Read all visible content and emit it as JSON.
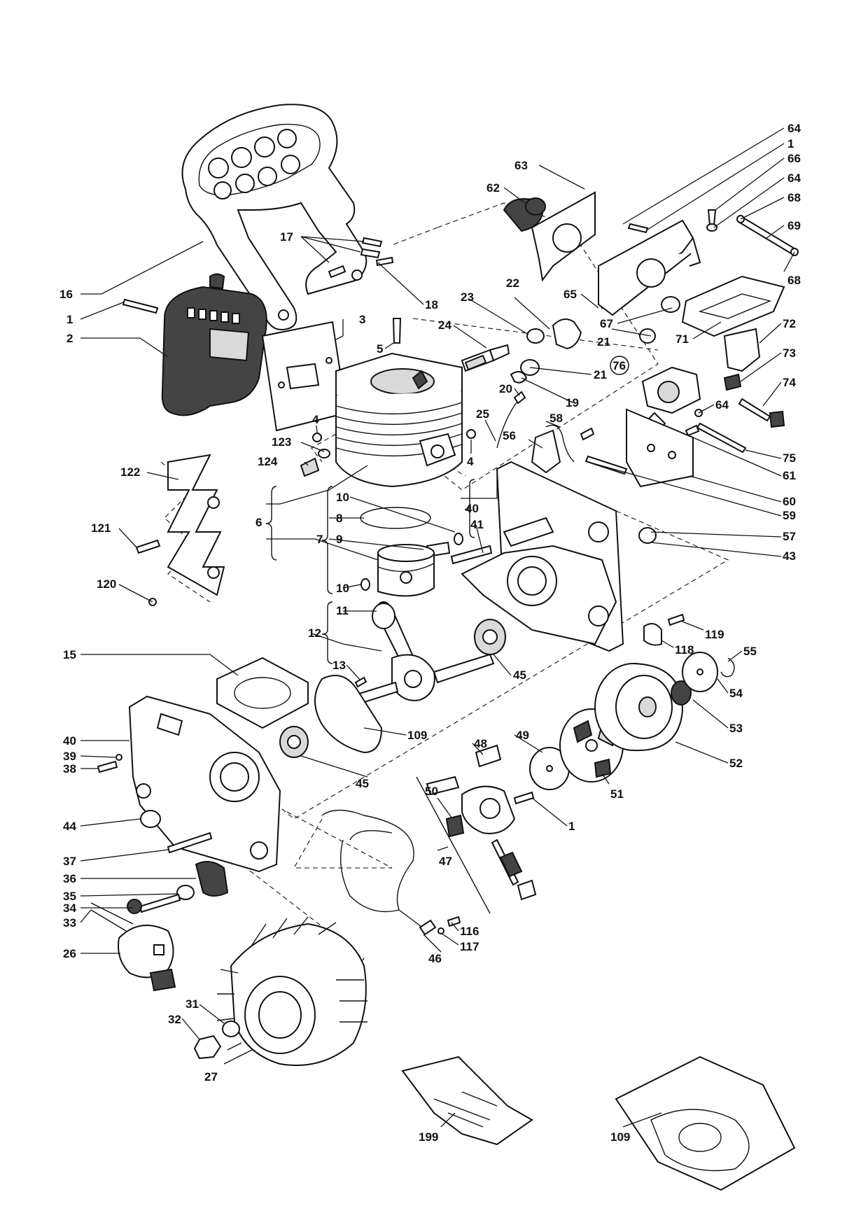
{
  "labels": {
    "p64a": "64",
    "p1a": "1",
    "p66": "66",
    "p64b": "64",
    "p68a": "68",
    "p69": "69",
    "p68b": "68",
    "p63": "63",
    "p62": "62",
    "p17": "17",
    "p16": "16",
    "p1b": "1",
    "p2": "2",
    "p18": "18",
    "p65": "65",
    "p67": "67",
    "p71": "71",
    "p72": "72",
    "p73": "73",
    "p74": "74",
    "p22": "22",
    "p23": "23",
    "p24": "24",
    "p3": "3",
    "p5": "5",
    "p21a": "21",
    "p21b": "21",
    "p76": "76",
    "p19": "19",
    "p20": "20",
    "p64c": "64",
    "p25": "25",
    "p58": "58",
    "p56": "56",
    "p75": "75",
    "p61": "61",
    "p4a": "4",
    "p4b": "4",
    "p123": "123",
    "p124": "124",
    "p122": "122",
    "p60": "60",
    "p59": "59",
    "p57": "57",
    "p43": "43",
    "p6": "6",
    "p7": "7",
    "p10a": "10",
    "p8": "8",
    "p9": "9",
    "p40a": "40",
    "p41": "41",
    "p121": "121",
    "p120": "120",
    "p10b": "10",
    "p11": "11",
    "p12": "12",
    "p119": "119",
    "p118": "118",
    "p55": "55",
    "p15": "15",
    "p13": "13",
    "p45a": "45",
    "p54": "54",
    "p53": "53",
    "p40b": "40",
    "p39": "39",
    "p38": "38",
    "p109a": "109",
    "p45b": "45",
    "p49": "49",
    "p48": "48",
    "p52": "52",
    "p50": "50",
    "p51": "51",
    "p44": "44",
    "p1c": "1",
    "p37": "37",
    "p47": "47",
    "p36": "36",
    "p35": "35",
    "p34": "34",
    "p33": "33",
    "p116": "116",
    "p117": "117",
    "p46": "46",
    "p26": "26",
    "p31": "31",
    "p32": "32",
    "p27": "27",
    "p199": "199",
    "p109b": "109"
  }
}
